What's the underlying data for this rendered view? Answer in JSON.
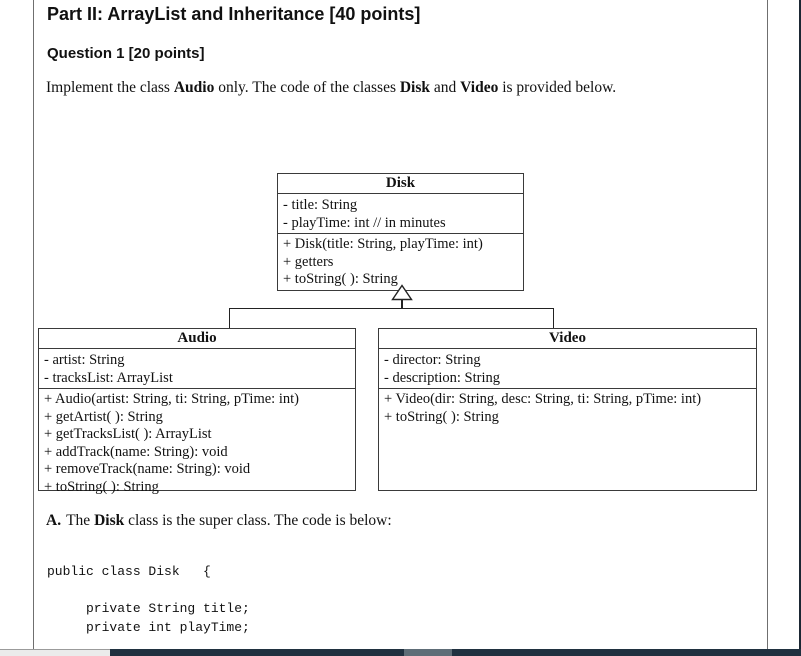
{
  "header": {
    "part_title": "Part II: ArrayList and Inheritance [40 points]",
    "question_title": "Question 1 [20 points]"
  },
  "intro": {
    "pre": "Implement the class ",
    "bold1": "Audio",
    "mid1": " only. The code of the classes ",
    "bold2": "Disk",
    "mid2": " and ",
    "bold3": "Video",
    "post": " is provided below."
  },
  "uml": {
    "disk": {
      "name": "Disk",
      "attributes": [
        "- title: String",
        "- playTime: int // in minutes"
      ],
      "methods": [
        "+ Disk(title: String, playTime: int)",
        "+ getters",
        "+ toString( ): String"
      ]
    },
    "audio": {
      "name": "Audio",
      "attributes": [
        "- artist: String",
        "- tracksList: ArrayList"
      ],
      "methods": [
        "+ Audio(artist: String, ti: String, pTime: int)",
        "+ getArtist( ): String",
        "+ getTracksList( ): ArrayList",
        "+ addTrack(name: String): void",
        "+ removeTrack(name: String): void",
        "+ toString( ): String"
      ]
    },
    "video": {
      "name": "Video",
      "attributes": [
        "- director: String",
        "- description: String"
      ],
      "methods": [
        "+ Video(dir: String, desc: String, ti: String, pTime: int)",
        "+ toString( ): String"
      ]
    }
  },
  "section_a": {
    "label": "A.",
    "pre": "The ",
    "bold1": "Disk",
    "post": " class is the super class. The code is below:"
  },
  "code": {
    "lines": [
      "public class Disk   {",
      "",
      "     private String title;",
      "     private int playTime;"
    ]
  },
  "colors": {
    "bar_dark": "#203140",
    "bar_thumb": "#5e6d77",
    "bar_light": "#ebebeb",
    "edge_dark": "#1b2733"
  }
}
